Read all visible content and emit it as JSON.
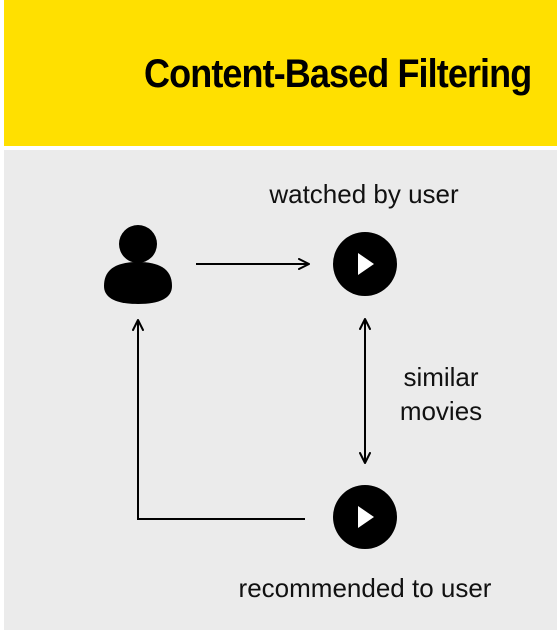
{
  "header": {
    "title": "Content-Based Filtering",
    "background_color": "#ffe000"
  },
  "panel": {
    "background_color": "#ebebeb"
  },
  "diagram": {
    "nodes": [
      {
        "id": "user",
        "icon": "user-icon"
      },
      {
        "id": "watched-movie",
        "icon": "play-icon"
      },
      {
        "id": "recommended-movie",
        "icon": "play-icon"
      }
    ],
    "labels": {
      "watched": "watched by user",
      "similar_line1": "similar",
      "similar_line2": "movies",
      "recommended": "recommended to user"
    },
    "edges": [
      {
        "from": "user",
        "to": "watched-movie",
        "label": "watched by user"
      },
      {
        "from": "watched-movie",
        "to": "recommended-movie",
        "label": "similar movies",
        "bidirectional": true
      },
      {
        "from": "recommended-movie",
        "to": "user",
        "label": "recommended to user"
      }
    ]
  }
}
